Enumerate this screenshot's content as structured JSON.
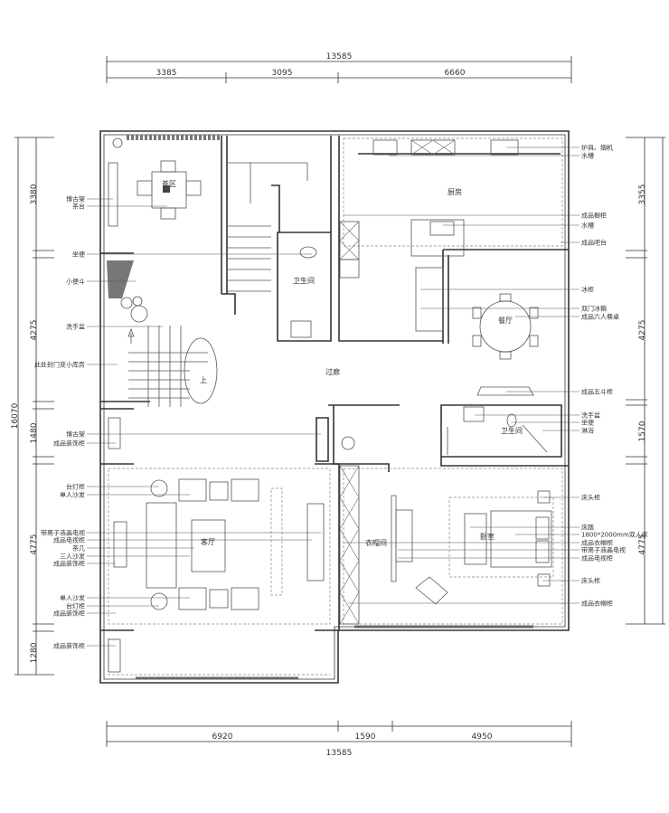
{
  "dimensions": {
    "top_total": "13585",
    "top": [
      "3385",
      "3095",
      "6660"
    ],
    "bottom": [
      "6920",
      "1590",
      "4950"
    ],
    "bottom_total": "13585",
    "left": [
      "3380",
      "4275",
      "1480",
      "4775",
      "1280"
    ],
    "left_total": "16070",
    "right": [
      "3355",
      "4275",
      "1570",
      "4775"
    ]
  },
  "rooms": {
    "tea": "茶区",
    "kitchen": "厨房",
    "bath1": "卫生间",
    "dining": "餐厅",
    "corridor": "过廊",
    "stair_up": "上",
    "bath2": "卫生间",
    "living": "客厅",
    "closet": "衣帽间",
    "bedroom": "卧室"
  },
  "callouts_left": [
    "博古架",
    "茶台",
    "坐便",
    "小便斗",
    "洗手盆",
    "此处封门变小库房",
    "博古架",
    "成品装饰柜",
    "台灯柜",
    "单人沙发",
    "带离子液晶电视",
    "成品电视柜",
    "茶几",
    "三人沙发",
    "成品装饰柜",
    "单人沙发",
    "台灯柜",
    "成品装饰柜",
    "成品装饰柜"
  ],
  "callouts_right": [
    "炉具、烟机",
    "水槽",
    "成品橱柜",
    "水槽",
    "成品吧台",
    "冰柜",
    "双门冰箱",
    "成品六人餐桌",
    "成品五斗柜",
    "洗手盆",
    "坐便",
    "淋浴",
    "床头柜",
    "床踏",
    "1800*2000mm双人床",
    "成品衣帽柜",
    "带离子液晶电视",
    "成品电视柜",
    "床头柜",
    "成品衣帽柜"
  ]
}
